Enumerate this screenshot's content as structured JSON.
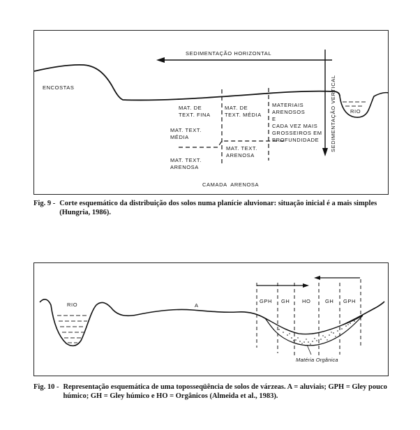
{
  "fig9": {
    "labels": {
      "sed_horizontal": "SEDIMENTAÇÃO HORIZONTAL",
      "sed_vertical": "SEDIMENTAÇÃO VERTICAL",
      "encostas": "ENCOSTAS",
      "rio": "RIO",
      "mat_text_fina": "MAT. DE\nTEXT. FINA",
      "mat_text_media_col2": "MAT. DE\nTEXT. MÉDIA",
      "materiais_arenosos": "MATERIAIS\nARENOSOS\nE\nCADA VEZ MAIS\nGROSSEIROS EM\nPROFUNDIDADE",
      "mat_text_media_col1": "MAT. TEXT.\nMÉDIA",
      "mat_text_arenosa_col1": "MAT. TEXT.\nARENOSA",
      "mat_text_arenosa_col2": "MAT. TEXT.\nARENOSA",
      "camada_arenosa": "CAMADA  ARENOSA"
    },
    "caption_number": "Fig.  9 -",
    "caption_text": "Corte esquemático da distribuição dos solos numa planície aluvionar: situação inicial é a mais simples  (Hungria, 1986)."
  },
  "fig10": {
    "labels": {
      "rio": "RIO",
      "a": "A",
      "gph_left": "GPH",
      "gh_left": "GH",
      "ho": "HO",
      "gh_right": "GH",
      "gph_right": "GPH",
      "materia_organica": "Matéria Orgânica"
    },
    "caption_number": "Fig. 10 -",
    "caption_text": "Representação esquemática de uma toposseqüência de solos de várzeas. A = aluviais; GPH = Gley pouco húmico; GH = Gley húmico e HO = Orgânicos  (Almeida et al., 1983)."
  }
}
